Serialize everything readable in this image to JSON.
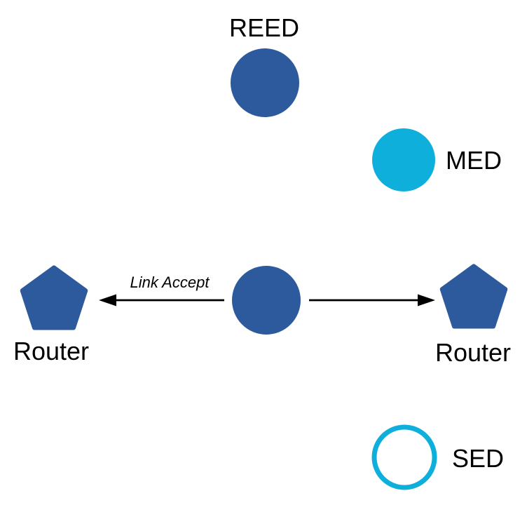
{
  "diagram": {
    "background": "#ffffff",
    "colors": {
      "node_blue": "#2d5a9d",
      "node_cyan": "#0fafdc",
      "arrow_black": "#000000",
      "text_black": "#000000"
    },
    "nodes": {
      "reed": {
        "label": "REED",
        "shape": "filled-circle",
        "color": "#2d5a9d",
        "label_position": "top"
      },
      "med": {
        "label": "MED",
        "shape": "filled-circle",
        "color": "#0fafdc",
        "label_position": "right"
      },
      "center": {
        "label": "",
        "shape": "filled-circle",
        "color": "#2d5a9d",
        "label_position": "none"
      },
      "router_left": {
        "label": "Router",
        "shape": "pentagon",
        "color": "#2d5a9d",
        "label_position": "bottom"
      },
      "router_right": {
        "label": "Router",
        "shape": "pentagon",
        "color": "#2d5a9d",
        "label_position": "bottom"
      },
      "sed": {
        "label": "SED",
        "shape": "outlined-circle",
        "color": "#0fafdc",
        "label_position": "right"
      }
    },
    "edges": {
      "link_accept": {
        "label": "Link Accept",
        "from": "center",
        "to": "router_left",
        "direction": "left",
        "color": "#000000"
      },
      "to_right_router": {
        "label": "",
        "from": "center",
        "to": "router_right",
        "direction": "right",
        "color": "#000000"
      }
    }
  }
}
